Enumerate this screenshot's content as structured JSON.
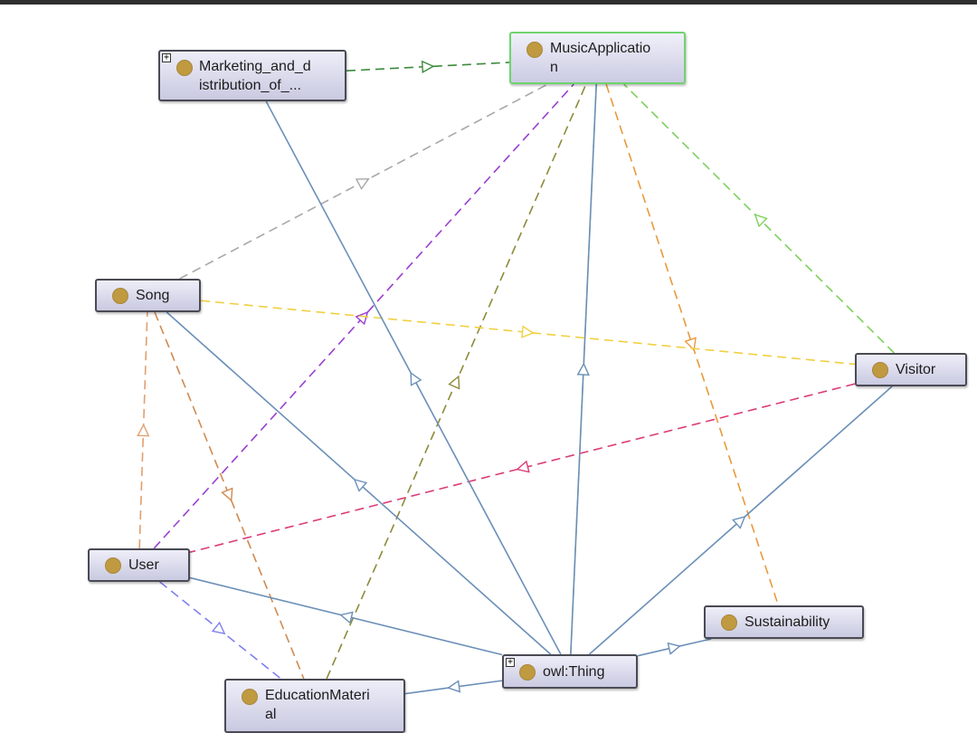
{
  "nodes": {
    "marketing": {
      "label": "Marketing_and_d\nistribution_of_...",
      "icon": "class-circle-icon",
      "expandable": true
    },
    "music": {
      "label": "MusicApplicatio\nn",
      "icon": "class-circle-icon",
      "selected": true
    },
    "song": {
      "label": "Song",
      "icon": "class-circle-icon"
    },
    "visitor": {
      "label": "Visitor",
      "icon": "class-circle-icon"
    },
    "user": {
      "label": "User",
      "icon": "class-circle-icon"
    },
    "sustainability": {
      "label": "Sustainability",
      "icon": "class-circle-icon"
    },
    "owlthing": {
      "label": "owl:Thing",
      "icon": "class-circle-icon",
      "expandable": true
    },
    "education": {
      "label": "EducationMateri\nal",
      "icon": "class-circle-icon"
    }
  },
  "edges": [
    {
      "from": "marketing",
      "to": "music",
      "style": "dashed",
      "color": "#3d8a3d"
    },
    {
      "from": "song",
      "to": "music",
      "style": "dashed",
      "color": "#a8a8a8"
    },
    {
      "from": "user",
      "to": "music",
      "style": "dashed",
      "color": "#9a3fd0"
    },
    {
      "from": "education",
      "to": "music",
      "style": "dashed",
      "color": "#8e8a3a"
    },
    {
      "from": "owlthing",
      "to": "music",
      "style": "dashed",
      "color": "#c8cf8a"
    },
    {
      "from": "music",
      "to": "sustainability",
      "style": "dashed",
      "color": "#e89a3c"
    },
    {
      "from": "visitor",
      "to": "music",
      "style": "dashed",
      "color": "#7cd15a"
    },
    {
      "from": "song",
      "to": "visitor",
      "style": "dashed",
      "color": "#f0d040"
    },
    {
      "from": "visitor",
      "to": "user",
      "style": "dashed",
      "color": "#dc3c78"
    },
    {
      "from": "user",
      "to": "song",
      "style": "dashed",
      "color": "#e0a070"
    },
    {
      "from": "song",
      "to": "education",
      "style": "dashed",
      "color": "#d08a50"
    },
    {
      "from": "user",
      "to": "education",
      "style": "dashed",
      "color": "#7f7ff0"
    },
    {
      "from": "owlthing",
      "to": "marketing",
      "style": "solid",
      "color": "#6b8fb8"
    },
    {
      "from": "owlthing",
      "to": "music",
      "style": "solid",
      "color": "#6b8fb8"
    },
    {
      "from": "owlthing",
      "to": "song",
      "style": "solid",
      "color": "#6b8fb8"
    },
    {
      "from": "owlthing",
      "to": "visitor",
      "style": "solid",
      "color": "#6b8fb8"
    },
    {
      "from": "owlthing",
      "to": "user",
      "style": "solid",
      "color": "#6b8fb8"
    },
    {
      "from": "owlthing",
      "to": "sustainability",
      "style": "solid",
      "color": "#6b8fb8"
    },
    {
      "from": "owlthing",
      "to": "education",
      "style": "solid",
      "color": "#6b8fb8"
    }
  ]
}
